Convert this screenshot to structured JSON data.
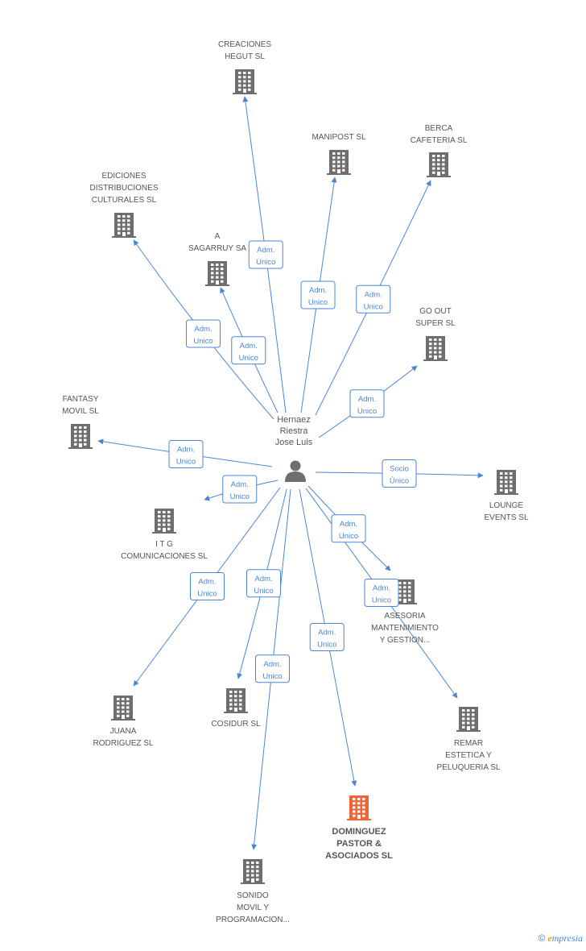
{
  "colors": {
    "edge": "#4a86d4",
    "building": "#6e6e6e",
    "building_main": "#f26533",
    "person": "#6e6e6e",
    "label": "#555555"
  },
  "center": {
    "name_lines": [
      "Hernaez",
      "Riestra",
      "Jose Luis"
    ],
    "icon": "person-icon"
  },
  "nodes": [
    {
      "id": "creaciones",
      "lines": [
        "CREACIONES",
        "HEGUT SL"
      ],
      "icon": "building-icon"
    },
    {
      "id": "manipost",
      "lines": [
        "MANIPOST SL"
      ],
      "icon": "building-icon"
    },
    {
      "id": "berca",
      "lines": [
        "BERCA",
        "CAFETERIA SL"
      ],
      "icon": "building-icon"
    },
    {
      "id": "ediciones",
      "lines": [
        "EDICIONES",
        "DISTRIBUCIONES",
        "CULTURALES SL"
      ],
      "icon": "building-icon"
    },
    {
      "id": "sagarruy",
      "lines": [
        "A",
        "SAGARRUY SA"
      ],
      "icon": "building-icon"
    },
    {
      "id": "goout",
      "lines": [
        "GO OUT",
        "SUPER SL"
      ],
      "icon": "building-icon"
    },
    {
      "id": "fantasy",
      "lines": [
        "FANTASY",
        "MOVIL SL"
      ],
      "icon": "building-icon"
    },
    {
      "id": "lounge",
      "lines": [
        "LOUNGE",
        "EVENTS SL"
      ],
      "icon": "building-icon"
    },
    {
      "id": "itg",
      "lines": [
        "I T G",
        "COMUNICACIONES SL"
      ],
      "icon": "building-icon"
    },
    {
      "id": "asesoria",
      "lines": [
        "ASESORIA",
        "MANTENIMIENTO",
        "Y GESTION..."
      ],
      "icon": "building-icon"
    },
    {
      "id": "juana",
      "lines": [
        "JUANA",
        "RODRIGUEZ SL"
      ],
      "icon": "building-icon"
    },
    {
      "id": "cosidur",
      "lines": [
        "COSIDUR SL"
      ],
      "icon": "building-icon"
    },
    {
      "id": "remar",
      "lines": [
        "REMAR",
        "ESTETICA Y",
        "PELUQUERIA SL"
      ],
      "icon": "building-icon"
    },
    {
      "id": "dominguez",
      "lines": [
        "DOMINGUEZ",
        "PASTOR &",
        "ASOCIADOS SL"
      ],
      "icon": "building-icon",
      "highlight": true
    },
    {
      "id": "sonido",
      "lines": [
        "SONIDO",
        "MOVIL Y",
        "PROGRAMACION..."
      ],
      "icon": "building-icon"
    }
  ],
  "edges": [
    {
      "to": "creaciones",
      "lines": [
        "Adm.",
        "Unico"
      ]
    },
    {
      "to": "manipost",
      "lines": [
        "Adm.",
        "Unico"
      ]
    },
    {
      "to": "berca",
      "lines": [
        "Adm.",
        "Unico"
      ]
    },
    {
      "to": "ediciones",
      "lines": [
        "Adm.",
        "Unico"
      ]
    },
    {
      "to": "sagarruy",
      "lines": [
        "Adm.",
        "Unico"
      ]
    },
    {
      "to": "goout",
      "lines": [
        "Adm.",
        "Unico"
      ]
    },
    {
      "to": "fantasy",
      "lines": [
        "Adm.",
        "Unico"
      ]
    },
    {
      "to": "lounge",
      "lines": [
        "Socio",
        "Único"
      ]
    },
    {
      "to": "itg",
      "lines": [
        "Adm.",
        "Unico"
      ]
    },
    {
      "to": "asesoria",
      "lines": [
        "Adm.",
        "Unico"
      ]
    },
    {
      "to": "juana",
      "lines": [
        "Adm.",
        "Unico"
      ]
    },
    {
      "to": "cosidur",
      "lines": [
        "Adm.",
        "Unico"
      ]
    },
    {
      "to": "remar",
      "lines": [
        "Adm.",
        "Unico"
      ]
    },
    {
      "to": "dominguez",
      "lines": [
        "Adm.",
        "Unico"
      ]
    },
    {
      "to": "sonido",
      "lines": [
        "Adm.",
        "Unico"
      ]
    }
  ],
  "brand": {
    "copyright": "©",
    "initial": "e",
    "rest": "mpresia"
  }
}
